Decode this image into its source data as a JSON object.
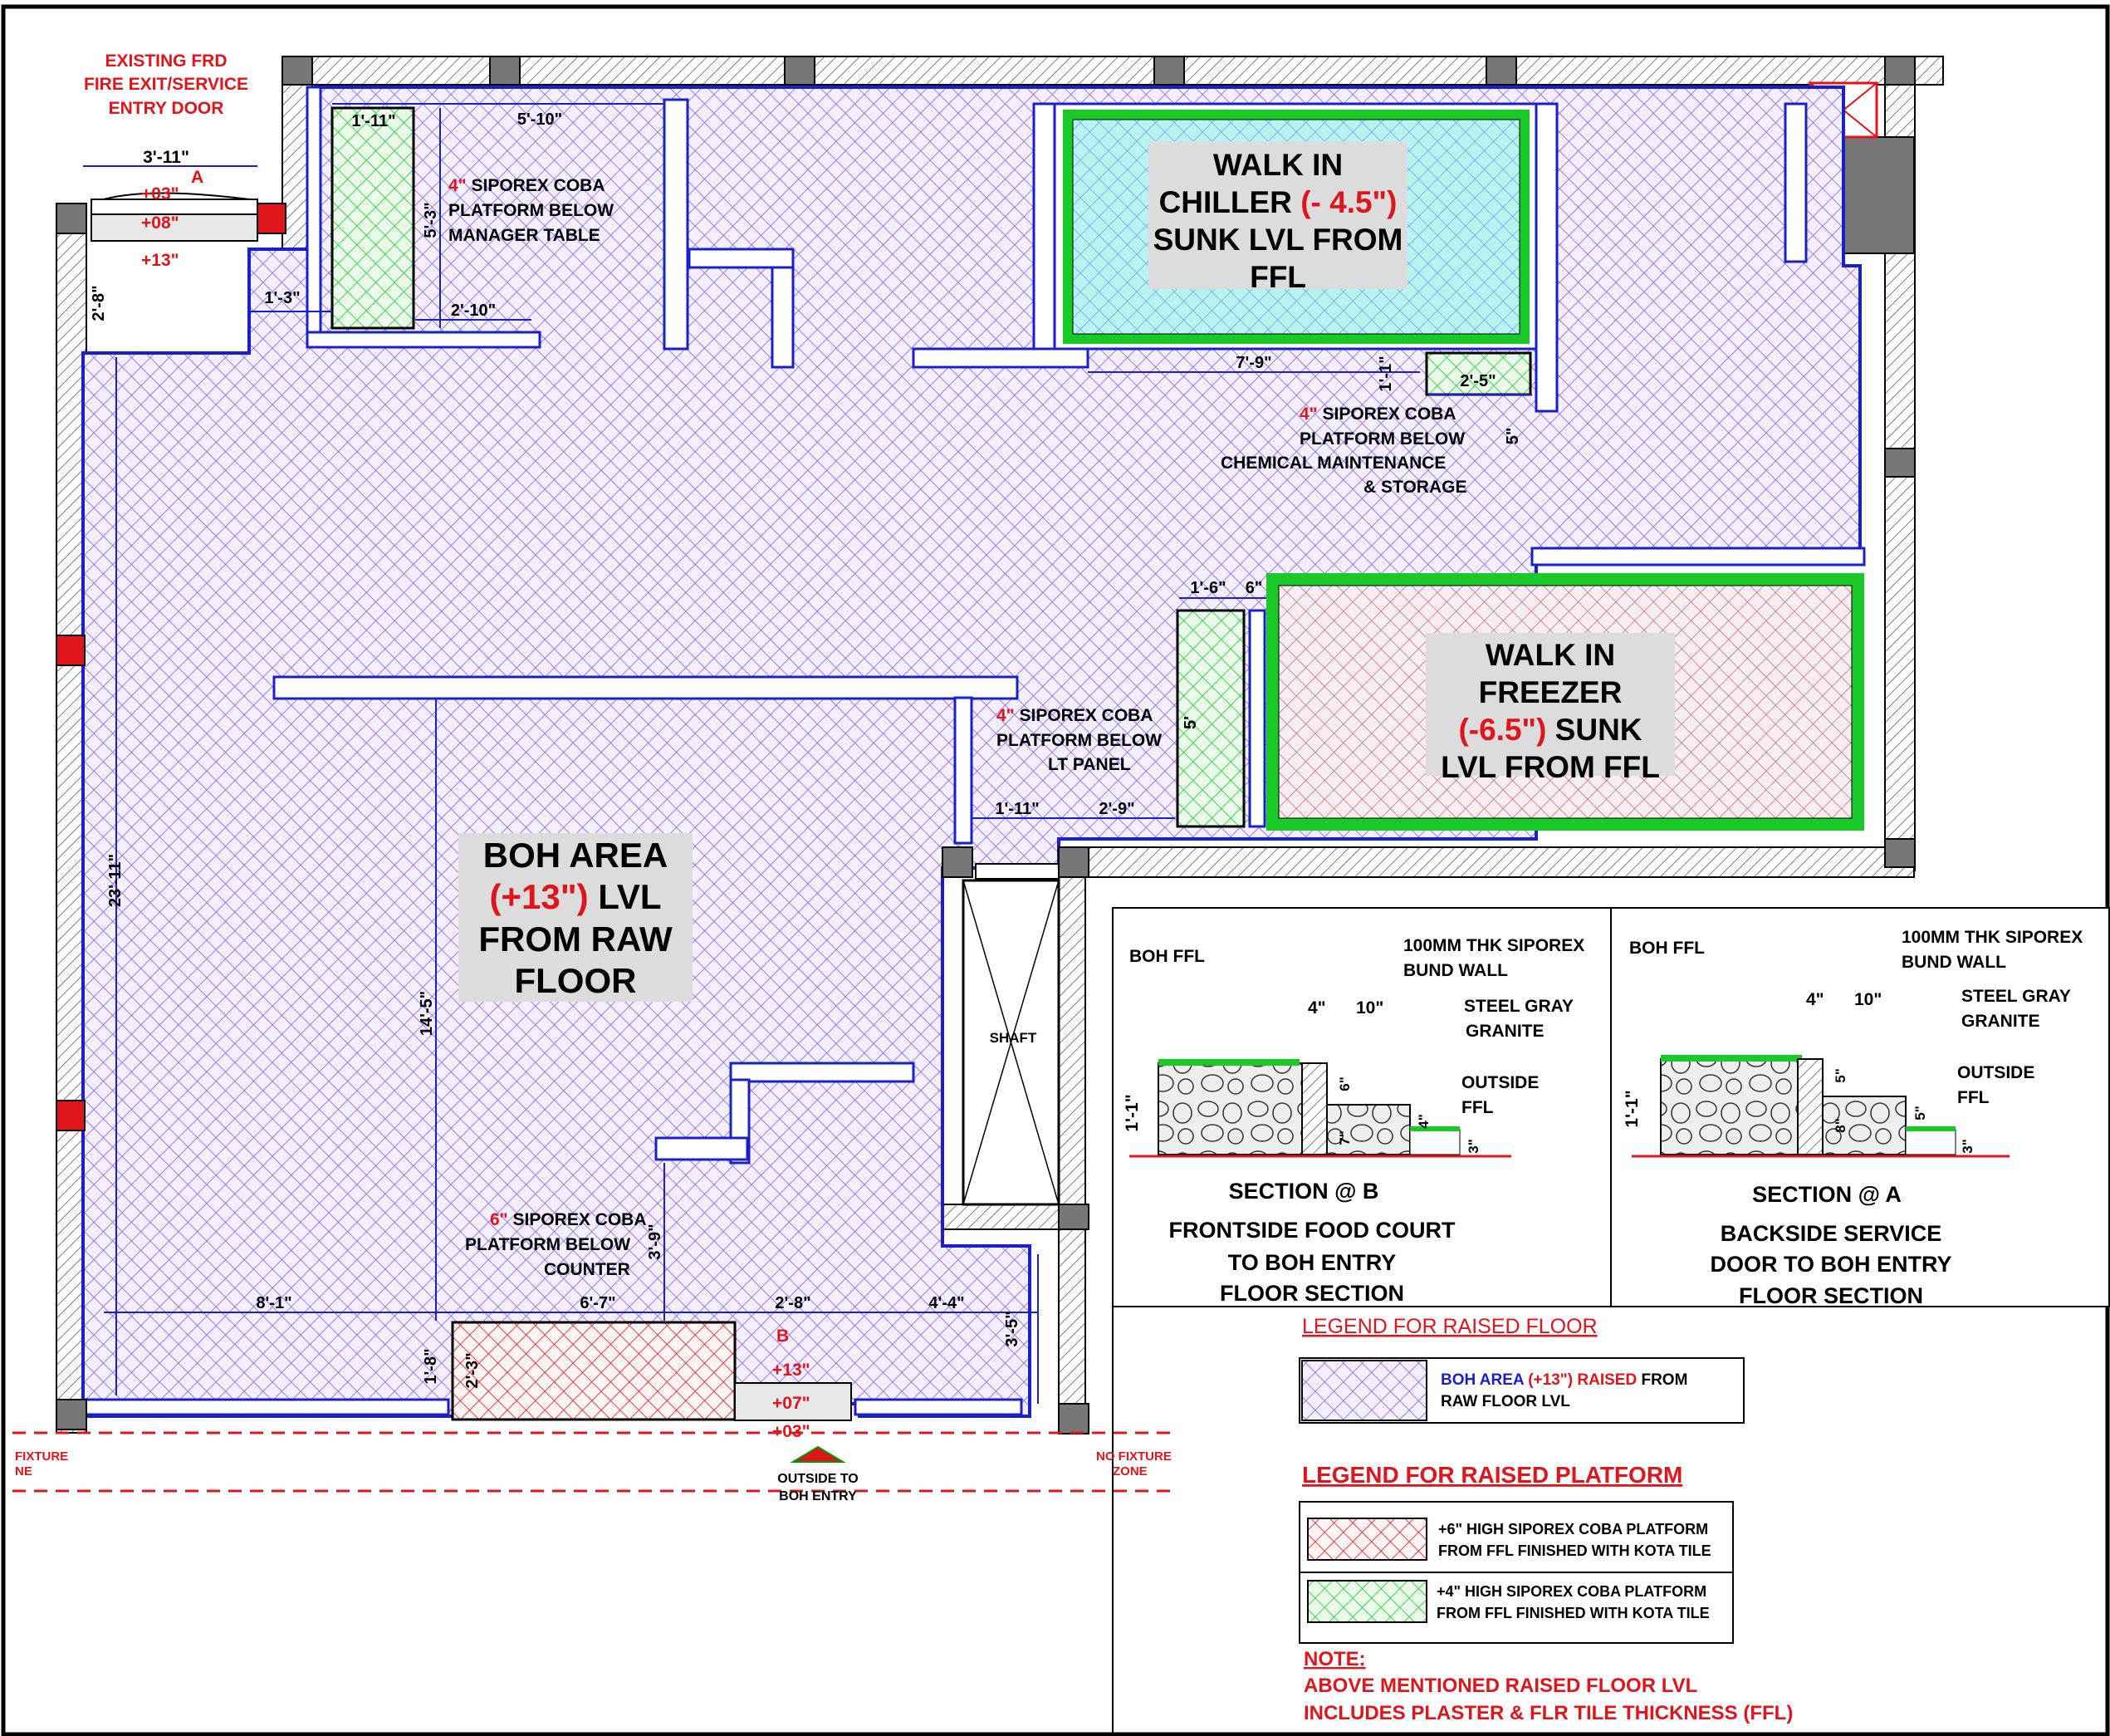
{
  "rooms": {
    "chiller": {
      "line1": "WALK IN",
      "line2a": "CHILLER ",
      "line2b": "(- 4.5\")",
      "line3": "SUNK LVL FROM",
      "line4": "FFL"
    },
    "freezer": {
      "line1": "WALK IN",
      "line2": "FREEZER",
      "line3a": "(-6.5\")",
      "line3b": " SUNK",
      "line4": "LVL FROM FFL"
    },
    "boh": {
      "line1": "BOH AREA",
      "line2a": "(+13\")",
      "line2b": " LVL",
      "line3": "FROM RAW",
      "line4": "FLOOR"
    },
    "shaft": "SHAFT"
  },
  "notes": {
    "fire_exit": [
      "EXISTING FRD",
      "FIRE EXIT/SERVICE",
      "ENTRY DOOR"
    ],
    "manager_platform": {
      "thk": "4\"",
      "l1": " SIPOREX COBA",
      "l2": "PLATFORM BELOW",
      "l3": "MANAGER TABLE"
    },
    "chemical_platform": {
      "thk": "4\"",
      "l1": " SIPOREX COBA",
      "l2": "PLATFORM BELOW",
      "l3": "CHEMICAL MAINTENANCE",
      "l4": "& STORAGE"
    },
    "lt_platform": {
      "thk": "4\"",
      "l1": " SIPOREX COBA",
      "l2": "PLATFORM BELOW",
      "l3": "LT PANEL"
    },
    "counter_platform": {
      "thk": "6\"",
      "l1": " SIPOREX COBA",
      "l2": "PLATFORM BELOW",
      "l3": "COUNTER"
    },
    "outside_entry": [
      "OUTSIDE TO",
      "BOH ENTRY"
    ],
    "no_fixture_left": [
      "FIXTURE",
      "NE"
    ],
    "no_fixture_right": [
      "NO FIXTURE",
      "ZONE"
    ]
  },
  "levels": {
    "fire_door": [
      "+03\"",
      "+08\"",
      "+13\""
    ],
    "boh_entry": [
      "+13\"",
      "+07\"",
      "+03\""
    ],
    "marker_a": "A",
    "marker_b": "B"
  },
  "dimensions": {
    "d_3_11": "3'-11\"",
    "d_1_11_top": "1'-11\"",
    "d_5_10": "5'-10\"",
    "d_5_3": "5'-3\"",
    "d_2_10": "2'-10\"",
    "d_1_3": "1'-3\"",
    "d_2_8_left": "2'-8\"",
    "d_7_9": "7'-9\"",
    "d_1_1": "1'-1\"",
    "d_2_5": "2'-5\"",
    "d_5_small": "5\"",
    "d_1_6": "1'-6\"",
    "d_6": "6\"",
    "d_5_lt": "5'",
    "d_1_11_mid": "1'-11\"",
    "d_2_9": "2'-9\"",
    "d_23_11": "23'-11\"",
    "d_14_5": "14'-5\"",
    "d_3_9": "3'-9\"",
    "d_8_1": "8'-1\"",
    "d_6_7": "6'-7\"",
    "d_2_8_bot": "2'-8\"",
    "d_4_4": "4'-4\"",
    "d_3_5": "3'-5\"",
    "d_1_8": "1'-8\"",
    "d_2_3": "2'-3\""
  },
  "section_b": {
    "boh_ffl": "BOH FFL",
    "wall": [
      "100MM THK SIPOREX",
      "BUND WALL"
    ],
    "granite": [
      "STEEL GRAY",
      "GRANITE"
    ],
    "outside": [
      "OUTSIDE",
      "FFL"
    ],
    "dims": [
      "4\"",
      "10\"",
      "1'-1\"",
      "6\"",
      "7\"",
      "4\"",
      "3\""
    ],
    "title": [
      "SECTION @ B",
      "FRONTSIDE FOOD COURT",
      "TO BOH ENTRY",
      "FLOOR SECTION"
    ]
  },
  "section_a": {
    "boh_ffl": "BOH FFL",
    "wall": [
      "100MM THK SIPOREX",
      "BUND WALL"
    ],
    "granite": [
      "STEEL GRAY",
      "GRANITE"
    ],
    "outside": [
      "OUTSIDE",
      "FFL"
    ],
    "dims": [
      "4\"",
      "10\"",
      "1'-1\"",
      "5\"",
      "8\"",
      "5\"",
      "3\""
    ],
    "title": [
      "SECTION @ A",
      "BACKSIDE SERVICE",
      "DOOR TO BOH ENTRY",
      "FLOOR SECTION"
    ]
  },
  "legend": {
    "raised_floor_title": "LEGEND FOR RAISED FLOOR",
    "raised_floor_a": "BOH AREA ",
    "raised_floor_b": "(+13\") RAISED",
    "raised_floor_c": " FROM",
    "raised_floor_d": "RAW FLOOR LVL",
    "platform_title": "LEGEND FOR RAISED PLATFORM",
    "platform_red": [
      "+6\" HIGH SIPOREX COBA PLATFORM",
      "FROM FFL FINISHED WITH KOTA TILE"
    ],
    "platform_green": [
      "+4\" HIGH SIPOREX COBA  PLATFORM",
      "FROM FFL FINISHED WITH KOTA TILE"
    ],
    "note_title": "NOTE:",
    "note": [
      "ABOVE MENTIONED RAISED FLOOR LVL",
      "INCLUDES PLASTER & FLR TILE THICKNESS (FFL)"
    ]
  },
  "colors": {
    "hatch_floor": "#8a5cf0",
    "hatch_red": "#e0141b",
    "hatch_green": "#19c928",
    "wall_blue": "#1a20c9",
    "text_red": "#e0141b",
    "chiller_fill": "#b8f4ef",
    "zone_box": "#dcdcdc"
  }
}
